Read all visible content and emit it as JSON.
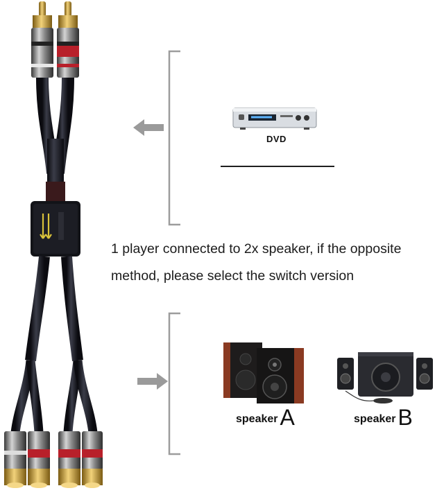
{
  "caption": {
    "line1": "1 player connected to 2x speaker, if the opposite",
    "line2": "method, please select the switch version"
  },
  "source": {
    "label": "DVD",
    "icon": "dvd-player-icon"
  },
  "outputs": [
    {
      "label": "speaker",
      "letter": "A",
      "icon": "bookshelf-speakers-icon"
    },
    {
      "label": "speaker",
      "letter": "B",
      "icon": "subwoofer-satellite-speakers-icon"
    }
  ],
  "colors": {
    "cable": "#15161c",
    "gold": "#c9a132",
    "red_ring": "#b8202a",
    "arrow": "#9a9a9a",
    "bracket": "#9c9c9c",
    "speaker_wood": "#8a3a22"
  }
}
